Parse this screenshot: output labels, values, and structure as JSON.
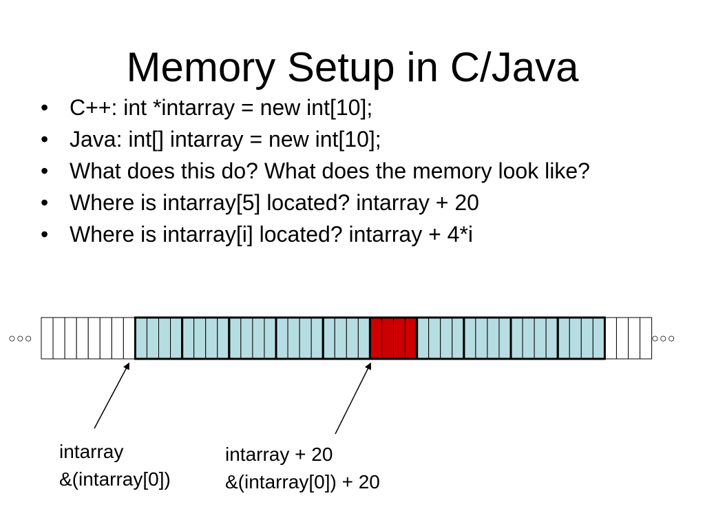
{
  "slide": {
    "title": "Memory Setup in C/Java",
    "bullet_char": "•",
    "bullets": [
      "C++:  int *intarray = new int[10];",
      "Java: int[] intarray = new int[10];",
      "What does this do?  What does the memory look like?",
      "Where is intarray[5] located?  intarray + 20",
      "Where is intarray[i] located? intarray + 4*i"
    ]
  },
  "diagram": {
    "ellipsis_left": "○○○",
    "ellipsis_right": "○○○",
    "free_color": "#ffffff",
    "allocated_color": "#b6dde2",
    "highlight_color": "#cc0000",
    "bytes_before": 8,
    "int_count": 10,
    "bytes_per_int": 4,
    "highlighted_index": 5,
    "bytes_after": 4,
    "label_base_line1": "intarray",
    "label_base_line2": "&(intarray[0])",
    "label_offset_line1": "intarray + 20",
    "label_offset_line2": "&(intarray[0]) + 20"
  }
}
